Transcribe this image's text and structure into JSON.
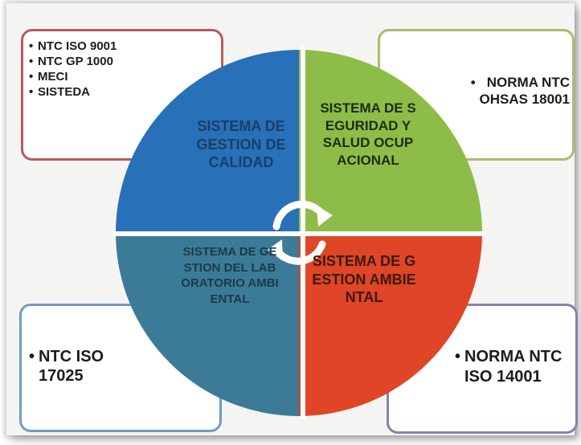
{
  "diagram": {
    "quadrants": {
      "top_left": {
        "label": "SISTEMA DE GESTION DE CALIDAD",
        "color": "#2870b8"
      },
      "top_right": {
        "label": "SISTEMA DE SEGURIDAD Y SALUD OCUPACIONAL",
        "color": "#8dbd48"
      },
      "bottom_left": {
        "label": "SISTEMA DE GESTION DEL LABORATORIO AMBIENTAL",
        "color": "#3c7b98"
      },
      "bottom_right": {
        "label": "SISTEMA DE GESTION AMBIENTAL",
        "color": "#df4526"
      }
    },
    "boxes": {
      "top_left": {
        "items": [
          "NTC ISO 9001",
          "NTC GP 1000",
          "MECI",
          "SISTEDA"
        ],
        "border_color": "#b75a5a"
      },
      "top_right": {
        "items": [
          "NORMA NTC OHSAS 18001"
        ],
        "border_color": "#a6be6c"
      },
      "bottom_left": {
        "items": [
          "NTC ISO 17025"
        ],
        "border_color": "#6f9cc2"
      },
      "bottom_right": {
        "items": [
          "NORMA NTC ISO 14001"
        ],
        "border_color": "#8c7eb0"
      }
    },
    "center_icon": "cycle-arrows-icon"
  }
}
